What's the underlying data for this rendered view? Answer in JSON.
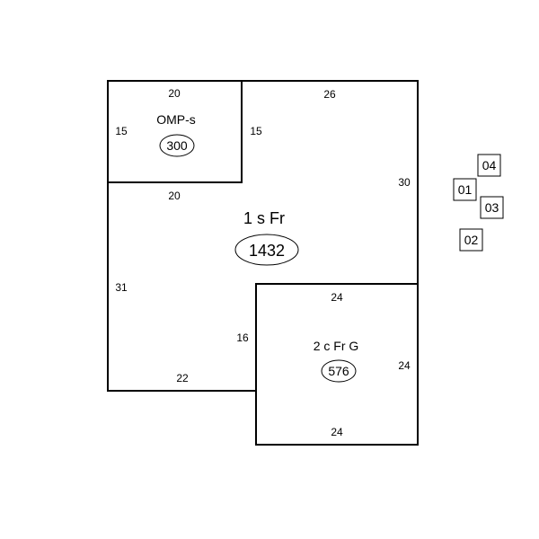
{
  "areas": {
    "omp": {
      "name": "OMP-s",
      "sqft": "300",
      "dims": {
        "top": "20",
        "left": "15",
        "right": "15",
        "bottom": "20"
      }
    },
    "main": {
      "name": "1 s Fr",
      "sqft": "1432",
      "dims": {
        "top": "26",
        "right": "30",
        "left": "31",
        "bottom": "22",
        "inner": "16"
      }
    },
    "garage": {
      "name": "2 c Fr G",
      "sqft": "576",
      "dims": {
        "top": "24",
        "right": "24",
        "bottom": "24"
      }
    }
  },
  "tags": [
    "04",
    "01",
    "03",
    "02"
  ],
  "colors": {
    "line": "#000000",
    "background": "#ffffff"
  }
}
